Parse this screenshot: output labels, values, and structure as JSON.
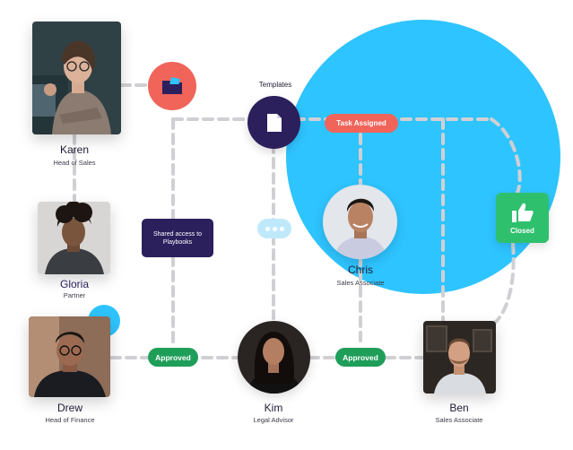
{
  "people": {
    "karen": {
      "name": "Karen",
      "role": "Head of Sales"
    },
    "gloria": {
      "name": "Gloria",
      "role": "Partner"
    },
    "drew": {
      "name": "Drew",
      "role": "Head of Finance"
    },
    "kim": {
      "name": "Kim",
      "role": "Legal Advisor"
    },
    "chris": {
      "name": "Chris",
      "role": "Sales Associate"
    },
    "ben": {
      "name": "Ben",
      "role": "Sales Associate"
    }
  },
  "labels": {
    "templates": "Templates",
    "task_assigned": "Task Assigned",
    "shared_access": "Shared access to Playbooks",
    "approved_left": "Approved",
    "approved_right": "Approved",
    "closed": "Closed"
  },
  "colors": {
    "blue_blob": "#2ec4ff",
    "coral": "#f0645a",
    "navy": "#2b1f5c",
    "green": "#1f9e5a",
    "closed_green": "#2fc06e",
    "dash": "#d0d0d4",
    "name_gloria": "#2b1f5c"
  },
  "icons": {
    "folder": "folder-icon",
    "document": "document-icon",
    "thumbs_up": "thumbs-up-icon",
    "typing": "ellipsis-icon"
  }
}
